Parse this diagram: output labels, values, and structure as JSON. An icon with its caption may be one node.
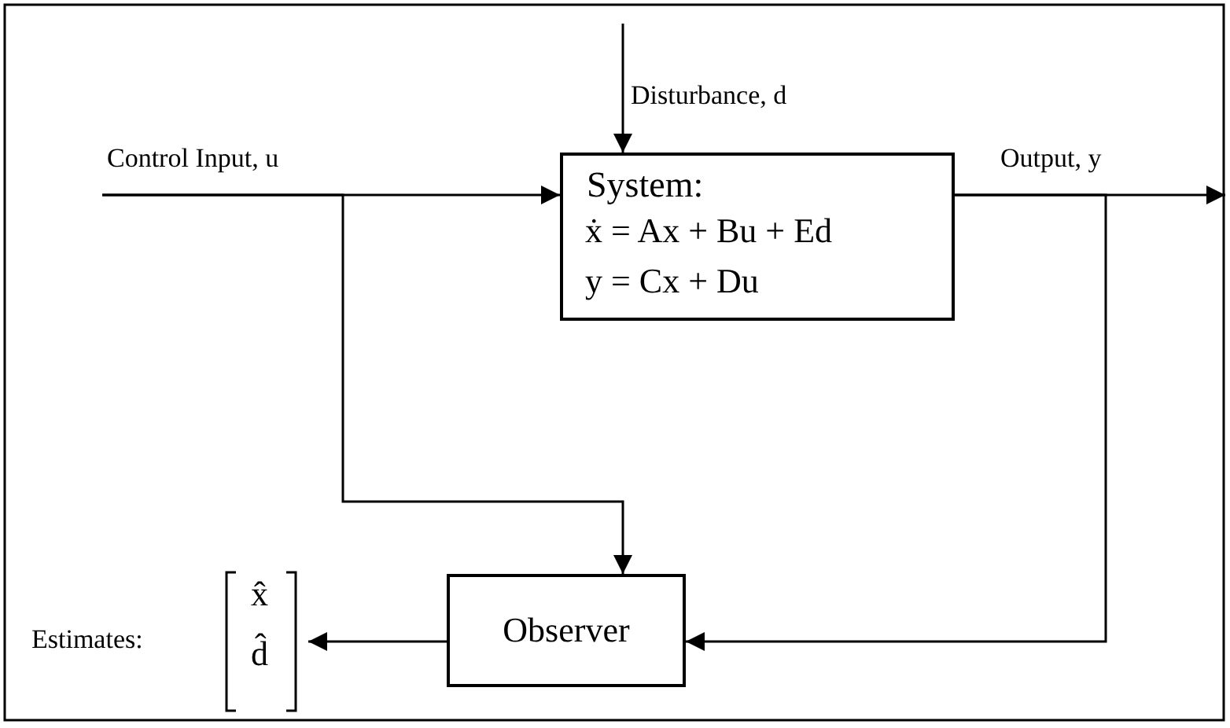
{
  "diagram": {
    "nodes": [
      {
        "text": [
          "System:",
          "ẋ = Ax + Bu + Ed",
          "y = Cx + Du"
        ]
      },
      {
        "text": [
          "Observer"
        ]
      },
      {
        "text": [
          "Estimates:",
          "x̂",
          "d̂"
        ]
      }
    ],
    "edges": [
      {
        "from": null,
        "to": 0,
        "arrow": "to",
        "label": "Disturbance, d"
      },
      {
        "from": null,
        "to": 0,
        "arrow": "to",
        "label": "Control Input, u"
      },
      {
        "from": null,
        "to": 1,
        "arrow": "to"
      },
      {
        "from": 0,
        "to": null,
        "arrow": "to",
        "label": "Output, y"
      },
      {
        "from": 0,
        "to": 1,
        "arrow": "to"
      },
      {
        "from": 1,
        "to": 2,
        "arrow": "to"
      }
    ]
  }
}
